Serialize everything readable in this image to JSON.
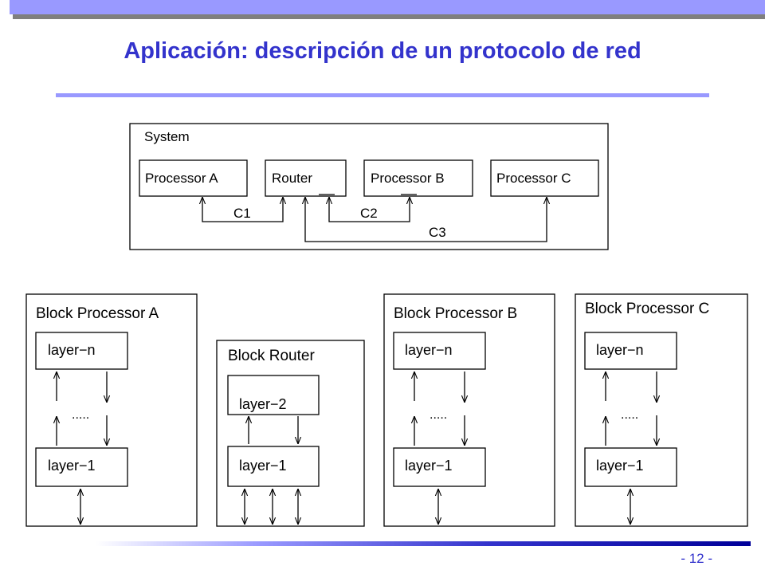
{
  "slide": {
    "title": "Aplicación: descripción de un protocolo de red",
    "page_number": "-  12 -"
  },
  "system": {
    "label": "System",
    "nodes": {
      "processor_a": "Processor A",
      "router": "Router",
      "processor_b": "Processor B",
      "processor_c": "Processor C"
    },
    "channels": {
      "c1": "C1",
      "c2": "C2",
      "c3": "C3"
    }
  },
  "blocks": {
    "processor_a": {
      "title": "Block Processor A",
      "top_layer": "layer−n",
      "bottom_layer": "layer−1",
      "ellipsis": "....."
    },
    "router": {
      "title": "Block Router",
      "top_layer": "layer−2",
      "bottom_layer": "layer−1"
    },
    "processor_b": {
      "title": "Block Processor B",
      "top_layer": "layer−n",
      "bottom_layer": "layer−1",
      "ellipsis": "....."
    },
    "processor_c": {
      "title": "Block Processor C",
      "top_layer": "layer−n",
      "bottom_layer": "layer−1",
      "ellipsis": "....."
    }
  },
  "colors": {
    "title": "#3333cc",
    "accent_bar": "#9999ff",
    "footer_dark": "#000099"
  }
}
